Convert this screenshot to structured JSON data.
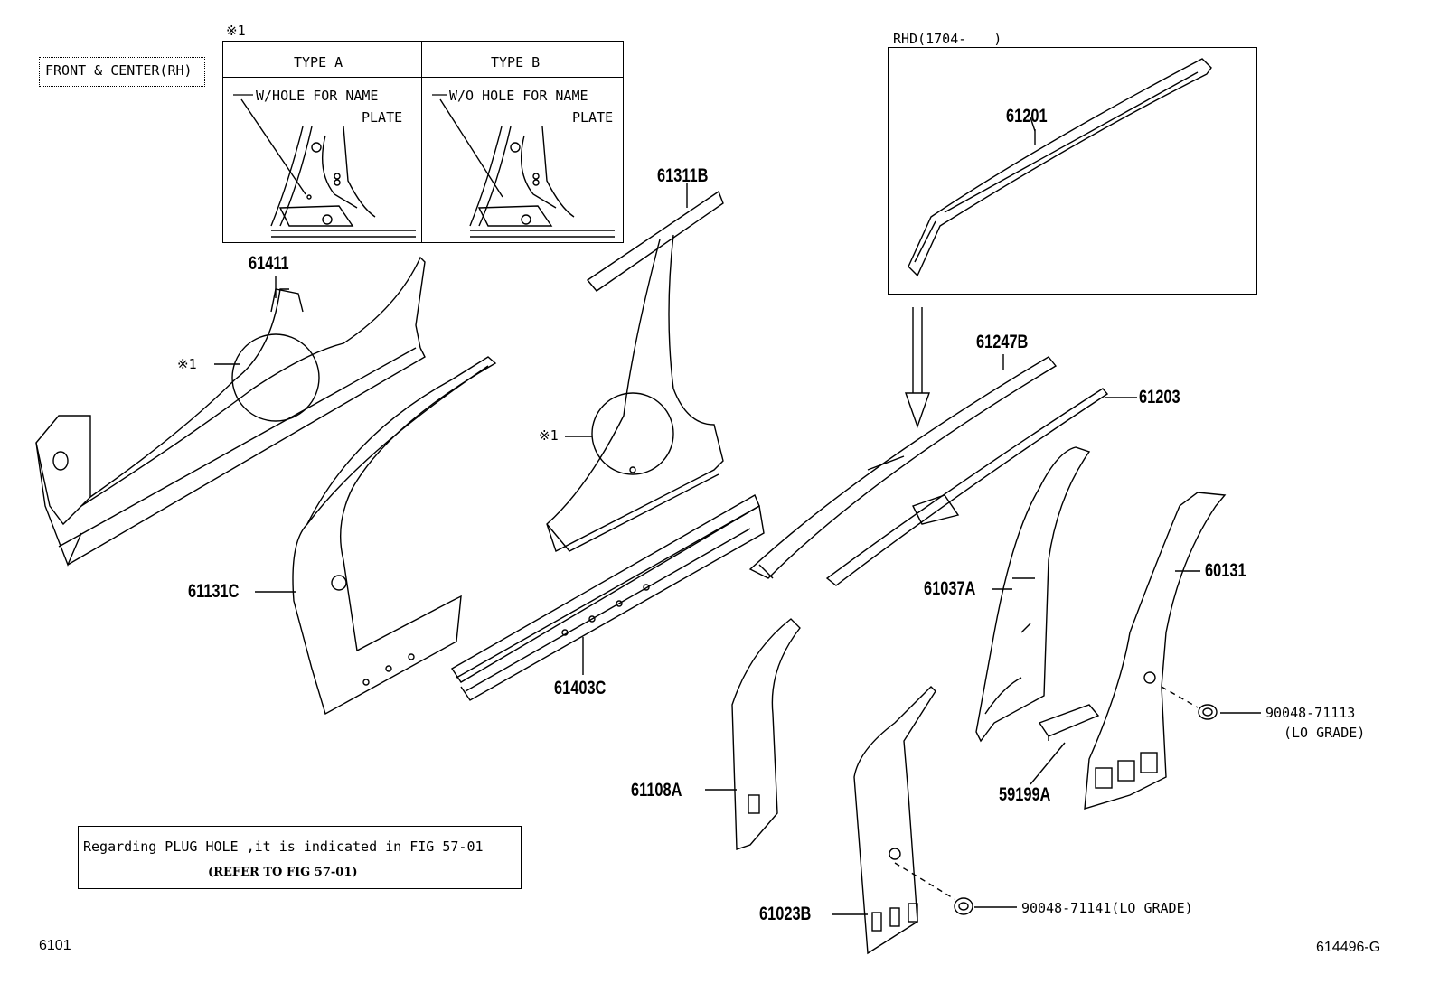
{
  "header": {
    "section_label": "FRONT & CENTER(RH)",
    "asterisk_label": "※1"
  },
  "type_table": {
    "type_a": {
      "title": "TYPE A",
      "note_line1": "W/HOLE FOR NAME",
      "note_line2": "PLATE"
    },
    "type_b": {
      "title": "TYPE B",
      "note_line1": "W/O HOLE FOR NAME",
      "note_line2": "PLATE"
    }
  },
  "rhd_box": {
    "title": "RHD(1704-　　)"
  },
  "parts": {
    "p61201": "61201",
    "p61311B": "61311B",
    "p61411": "61411",
    "p61247B": "61247B",
    "p61203": "61203",
    "p61131C": "61131C",
    "p61037A": "61037A",
    "p60131": "60131",
    "p61403C": "61403C",
    "p90048_71113": "90048-71113",
    "p90048_71113_note": "(LO GRADE)",
    "p61108A": "61108A",
    "p59199A": "59199A",
    "p61023B": "61023B",
    "p90048_71141": "90048-71141(LO GRADE)"
  },
  "callouts": {
    "marker_left": "※1",
    "marker_mid": "※1"
  },
  "info_box": {
    "line1": "Regarding PLUG HOLE ,it is indicated in FIG 57-01",
    "line2": "(REFER TO FIG 57-01)"
  },
  "footer": {
    "figure_number": "6101",
    "drawing_id": "614496-G"
  }
}
